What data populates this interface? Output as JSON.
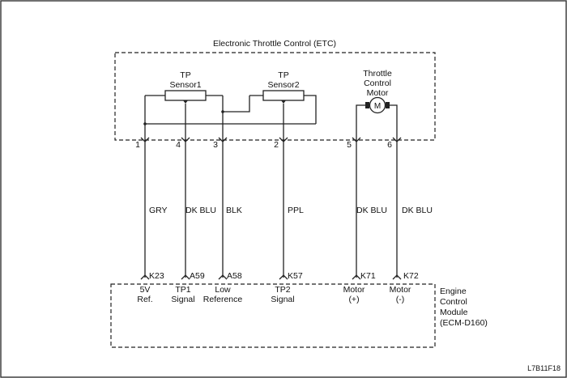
{
  "etc": {
    "title": "Electronic Throttle Control (ETC)",
    "tp1": [
      "TP",
      "Sensor1"
    ],
    "tp2": [
      "TP",
      "Sensor2"
    ],
    "motor": [
      "Throttle",
      "Control",
      "Motor"
    ],
    "motor_symbol": "M"
  },
  "ecm": {
    "label": [
      "Engine",
      "Control",
      "Module",
      "(ECM-D160)"
    ]
  },
  "circuits": [
    {
      "pin": "1",
      "color": "GRY",
      "ecm_pin": "K23",
      "ecm_label": [
        "5V",
        "Ref."
      ]
    },
    {
      "pin": "4",
      "color": "DK BLU",
      "ecm_pin": "A59",
      "ecm_label": [
        "TP1",
        "Signal"
      ]
    },
    {
      "pin": "3",
      "color": "BLK",
      "ecm_pin": "A58",
      "ecm_label": [
        "Low",
        "Reference"
      ]
    },
    {
      "pin": "2",
      "color": "PPL",
      "ecm_pin": "K57",
      "ecm_label": [
        "TP2",
        "Signal"
      ]
    },
    {
      "pin": "5",
      "color": "DK BLU",
      "ecm_pin": "K71",
      "ecm_label": [
        "Motor",
        "(+)"
      ]
    },
    {
      "pin": "6",
      "color": "DK BLU",
      "ecm_pin": "K72",
      "ecm_label": [
        "Motor",
        "(-)"
      ]
    }
  ],
  "figure_id": "L7B11F18"
}
